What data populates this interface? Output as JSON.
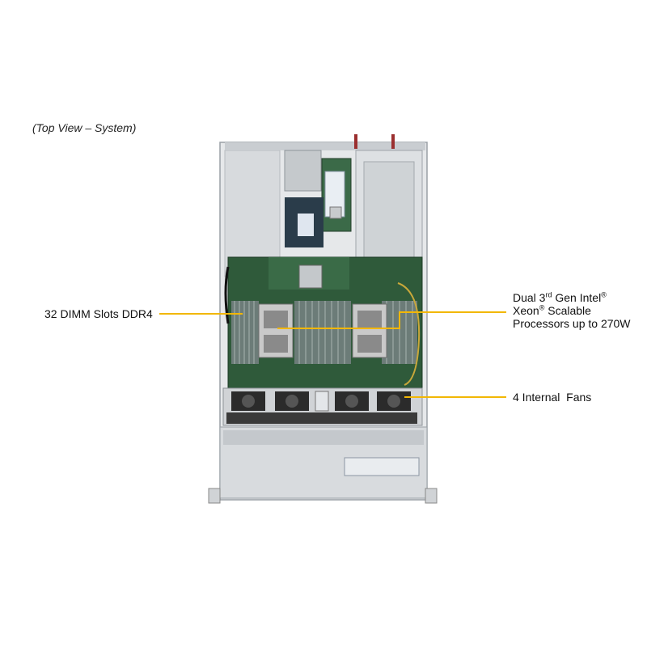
{
  "caption": "(Top View – System)",
  "callouts": {
    "dimm": "32 DIMM Slots DDR4",
    "cpu": {
      "line1_a": "Dual 3",
      "line1_sup": "rd",
      "line1_b": " Gen Intel",
      "line1_reg": "®",
      "line2_a": "Xeon",
      "line2_reg": "®",
      "line2_b": " Scalable",
      "line3": "Processors up to 270W"
    },
    "fans": "4 Internal  Fans"
  },
  "colors": {
    "callout_line": "#f2b705",
    "chassis": "#d9dcdf",
    "board": "#2f5a3a",
    "heatsink": "#c9c9c9",
    "dimm": "#6c7c78"
  }
}
